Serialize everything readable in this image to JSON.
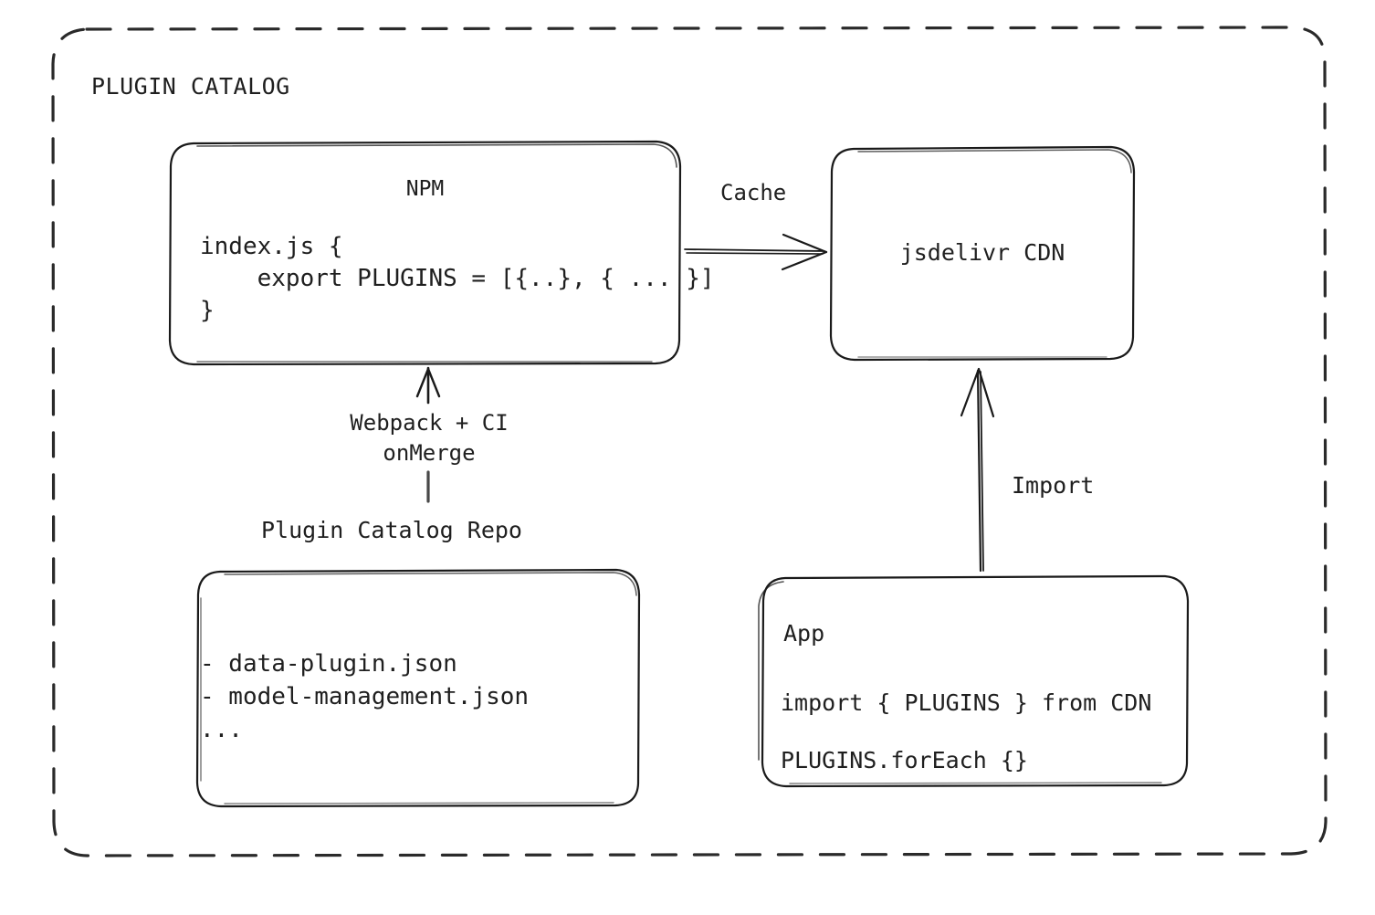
{
  "diagram": {
    "title": "PLUGIN CATALOG",
    "background_color": "#ffffff",
    "stroke_color": "#1a1a1a",
    "text_color": "#1f1f1f",
    "style": "hand-drawn sketch (excalidraw-like)"
  },
  "nodes": {
    "npm": {
      "title": "NPM",
      "code_lines": [
        "index.js {",
        "    export PLUGINS = [{..}, { ... }]",
        "}"
      ]
    },
    "cdn": {
      "title": "jsdelivr CDN"
    },
    "repo": {
      "label": "Plugin Catalog Repo",
      "file_lines": [
        "- data-plugin.json",
        "- model-management.json",
        "..."
      ]
    },
    "app": {
      "title": "App",
      "code_lines": [
        "import { PLUGINS } from CDN",
        "PLUGINS.forEach {}"
      ]
    }
  },
  "edges": {
    "cache": {
      "label": "Cache",
      "from": "npm",
      "to": "cdn",
      "direction": "right"
    },
    "webpack": {
      "label_line1": "Webpack + CI",
      "label_line2": "onMerge",
      "from": "repo",
      "to": "npm",
      "direction": "up"
    },
    "import": {
      "label": "Import",
      "from": "app",
      "to": "cdn",
      "direction": "up"
    }
  }
}
